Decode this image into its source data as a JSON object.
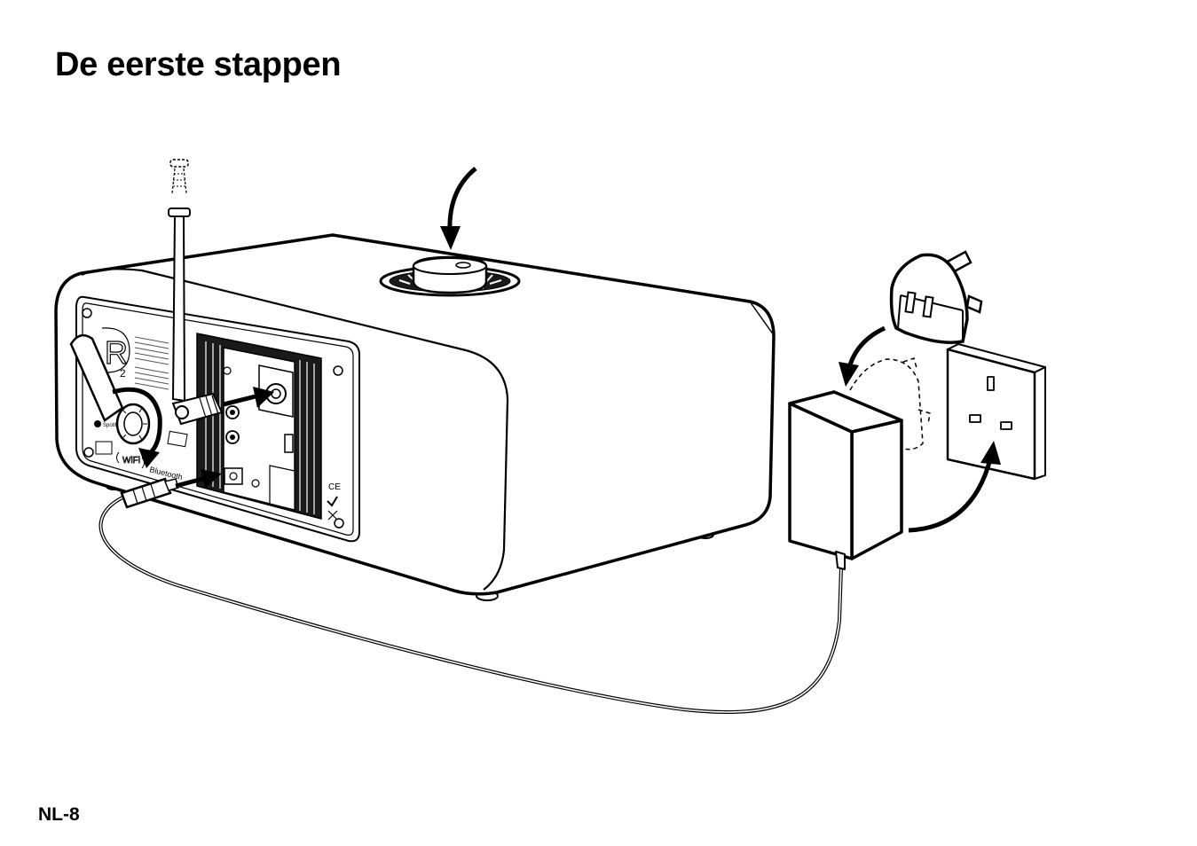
{
  "page": {
    "title": "De eerste stappen",
    "page_number": "NL-8"
  },
  "illustration": {
    "back_panel_labels": {
      "wifi": "WiFi",
      "bluetooth": "Bluetooth",
      "spotify": "Spotify",
      "ce_mark": "CE"
    },
    "colors": {
      "line": "#000000",
      "fill": "#ffffff",
      "grille": "#1a1a1a"
    }
  }
}
